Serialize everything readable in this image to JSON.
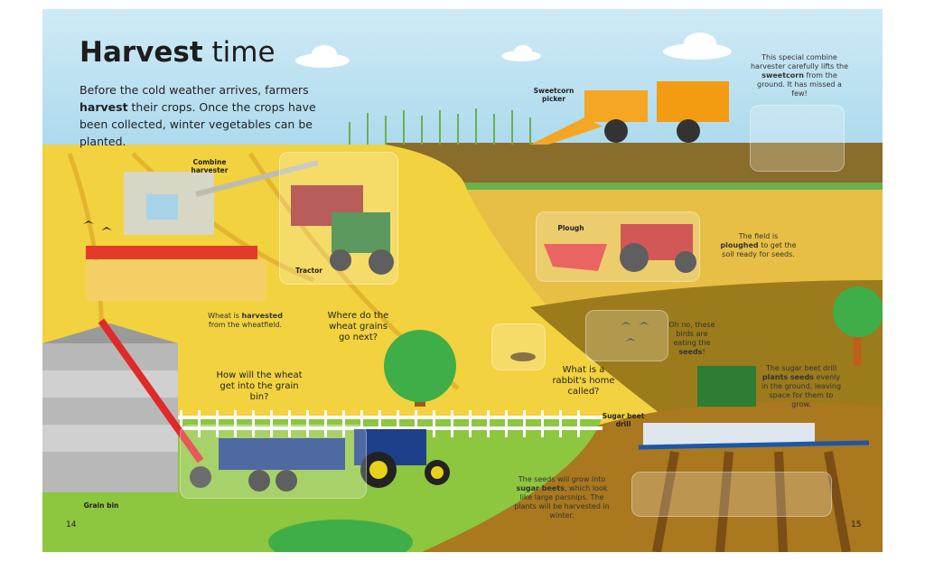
{
  "title": {
    "bold": "Harvest",
    "light": "time"
  },
  "intro": {
    "before": "Before the cold weather arrives, farmers",
    "bold": "harvest",
    "after": "their crops. Once the crops have been collected, winter vegetables can be planted."
  },
  "labels": {
    "combine_harvester": "Combine harvester",
    "tractor": "Tractor",
    "sweetcorn_picker": "Sweetcorn picker",
    "plough": "Plough",
    "sugar_beet_drill": "Sugar beet drill",
    "grain_bin": "Grain bin"
  },
  "captions": {
    "sweetcorn": {
      "a": "This special combine harvester carefully lifts the",
      "bold": "sweetcorn",
      "b": "from the ground. It has missed a few!"
    },
    "ploughed": {
      "a": "The field is",
      "bold": "ploughed",
      "b": "to get the soil ready for seeds."
    },
    "birds": {
      "a": "Oh no, these birds are eating the",
      "bold": "seeds",
      "b": "!"
    },
    "drill": {
      "a": "The sugar beet drill",
      "bold": "plants seeds",
      "b": "evenly in the ground, leaving space for them to grow."
    },
    "beets": {
      "a": "The seeds will grow into",
      "bold": "sugar beets",
      "b": ", which look like large parsnips. The plants will be harvested in winter."
    },
    "wheat": {
      "a": "Wheat is",
      "bold": "harvested",
      "b": "from the wheatfield."
    }
  },
  "questions": {
    "grains": "Where do the wheat grains go next?",
    "grain_bin": "How will the wheat get into the grain bin?",
    "rabbit": "What is a rabbit's home called?"
  },
  "page_numbers": {
    "left": "14",
    "right": "15"
  },
  "colors": {
    "sky": "#bfe3f2",
    "wheat": "#f2d23e",
    "field": "#e7bf45",
    "soil": "#a77a1f",
    "grass": "#8dc63f"
  }
}
